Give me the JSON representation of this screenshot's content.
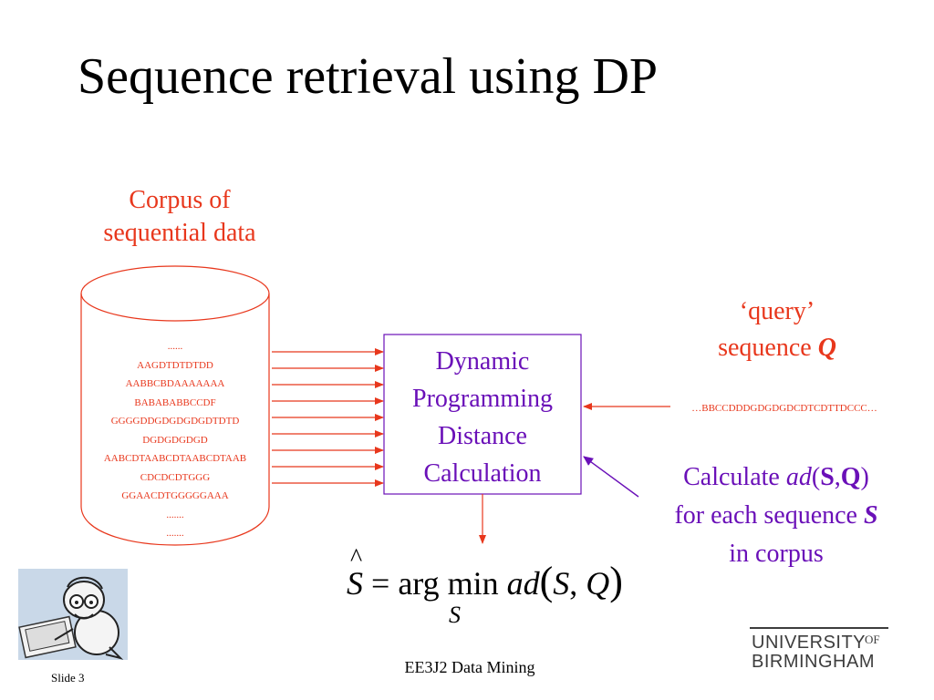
{
  "title": "Sequence retrieval using DP",
  "corpus": {
    "label_line1": "Corpus of",
    "label_line2": "sequential data",
    "sequences": [
      "......",
      "AAGDTDTDTDD",
      "AABBCBDAAAAAAA",
      "BABABABBCCDF",
      "GGGGDDGDGDGDGDTDTD",
      "DGDGDGDGD",
      "AABCDTAABCDTAABCDTAAB",
      "CDCDCDTGGG",
      "GGAACDTGGGGGAAA",
      ".......",
      "......."
    ]
  },
  "dp_box": {
    "line1": "Dynamic",
    "line2": "Programming",
    "line3": "Distance",
    "line4": "Calculation"
  },
  "query": {
    "label_line1": "‘query’",
    "label_line2_prefix": "sequence ",
    "label_line2_var": "Q",
    "sequence": "…BBCCDDDGDGDGDCDTCDTTDCCC…"
  },
  "calculate": {
    "prefix": "Calculate ",
    "fn": "ad",
    "open": "(",
    "arg1": "S",
    "comma": ",",
    "arg2": "Q",
    "close": ")",
    "line2_prefix": "for each sequence ",
    "line2_var": "S",
    "line3": "in corpus"
  },
  "formula": {
    "lhs": "S",
    "hat": "^",
    "equals": " = ",
    "op": "arg min ",
    "fn": "ad",
    "lparen": "(",
    "arg1": "S",
    "comma": ", ",
    "arg2": "Q",
    "rparen": ")",
    "subscript": "S"
  },
  "footer": {
    "course": "EE3J2 Data Mining",
    "slide": "Slide 3",
    "logo_line1": "UNIVERSITY",
    "logo_of": "OF",
    "logo_line2": "BIRMINGHAM"
  },
  "colors": {
    "accent_red": "#e8371c",
    "accent_purple": "#6a10b8"
  },
  "icons": [
    "cartoon-typist-image"
  ]
}
